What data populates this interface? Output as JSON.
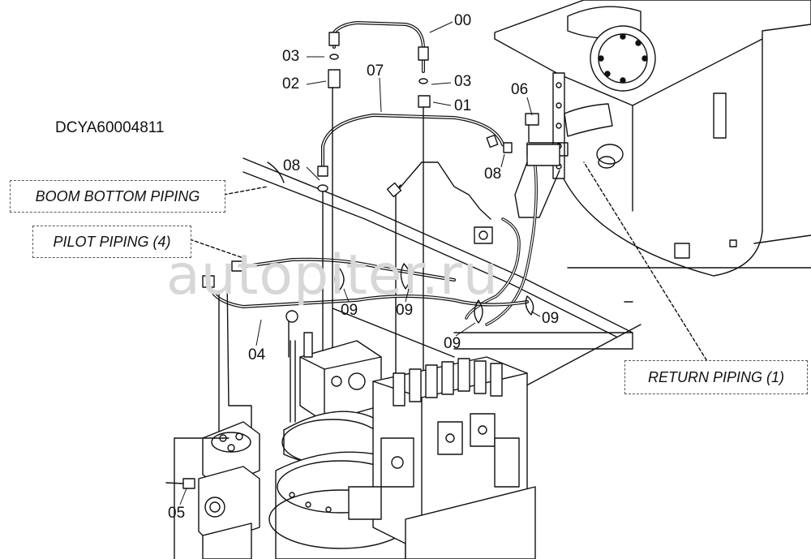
{
  "drawing_code": "DCYA60004811",
  "callouts": {
    "boom_bottom": "BOOM BOTTOM PIPING",
    "pilot": "PILOT PIPING (4)",
    "return": "RETURN PIPING (1)"
  },
  "parts": {
    "p00": "00",
    "p01": "01",
    "p02": "02",
    "p03a": "03",
    "p03b": "03",
    "p04": "04",
    "p05": "05",
    "p06": "06",
    "p07": "07",
    "p08a": "08",
    "p08b": "08",
    "p09a": "09",
    "p09b": "09",
    "p09c": "09",
    "p09d": "09"
  },
  "watermark": "autopiter.ru",
  "colors": {
    "line": "#111111",
    "watermark": "#d7d7d7",
    "background": "#ffffff"
  }
}
